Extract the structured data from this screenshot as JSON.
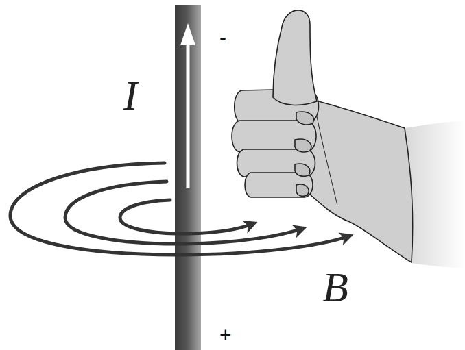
{
  "diagram": {
    "labels": [
      "-",
      "I",
      "B",
      "+"
    ]
  }
}
